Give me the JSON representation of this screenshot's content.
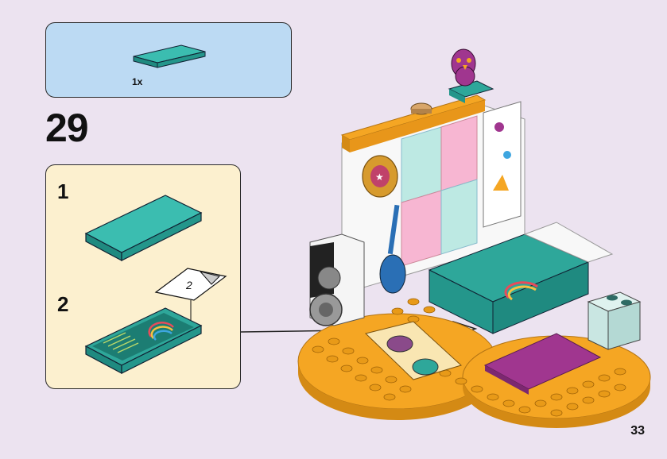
{
  "parts": {
    "quantity": "1x",
    "piece": "teal-tile-2x4"
  },
  "step": {
    "number": "29"
  },
  "substeps": [
    {
      "number": "1"
    },
    {
      "number": "2",
      "sticker_ref": "2"
    }
  ],
  "page": {
    "number": "33"
  },
  "colors": {
    "background": "#ece3f0",
    "parts_box": "#bcdaf3",
    "substep_box": "#fcf0cf",
    "teal": "#2ea79a",
    "orange": "#f5a623",
    "pink": "#f49ac1",
    "purple": "#a0368f"
  }
}
